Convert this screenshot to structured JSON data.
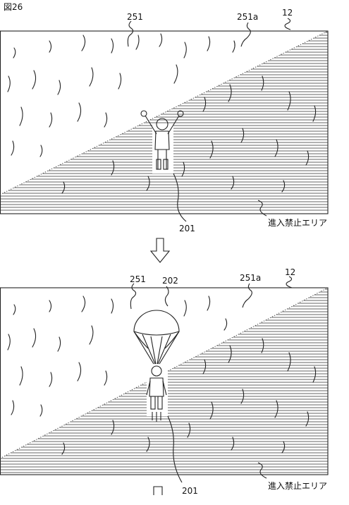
{
  "figure_label": "図26",
  "panels": [
    {
      "name": "before",
      "labels": {
        "cliff": "251",
        "cliff_edge": "251a",
        "screen": "12",
        "character": "201",
        "no_entry": "進入禁止エリア"
      }
    },
    {
      "name": "after",
      "labels": {
        "cliff": "251",
        "parachute": "202",
        "cliff_edge": "251a",
        "screen": "12",
        "character": "201",
        "no_entry": "進入禁止エリア"
      }
    }
  ],
  "transition_arrow": "down-arrow-icon",
  "colors": {
    "line": "#222222",
    "background": "#ffffff"
  }
}
